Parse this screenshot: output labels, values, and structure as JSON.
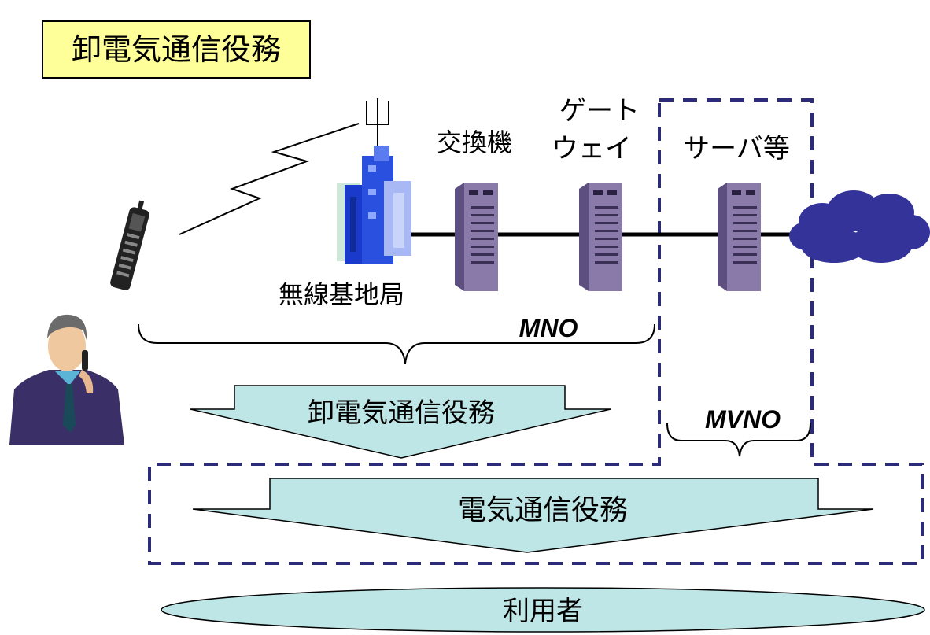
{
  "title": "卸電気通信役務",
  "labels": {
    "exchange": "交換機",
    "gateway_line1": "ゲート",
    "gateway_line2": "ウェイ",
    "server": "サーバ等",
    "base_station": "無線基地局",
    "mno": "MNO",
    "mvno": "MVNO",
    "wholesale_arrow": "卸電気通信役務",
    "telecom_arrow": "電気通信役務",
    "user": "利用者"
  },
  "icons": [
    "mobile-phone-icon",
    "antenna-icon",
    "radio-wave-icon",
    "building-icon",
    "server-icon",
    "cloud-icon",
    "person-on-phone-icon"
  ],
  "colors": {
    "title_bg": "#ffff99",
    "arrow_fill": "#bfe6e6",
    "dashed_border": "#2b2b7a",
    "cloud": "#33339a",
    "server": "#7a6a9a",
    "building": "#1a3acc"
  }
}
